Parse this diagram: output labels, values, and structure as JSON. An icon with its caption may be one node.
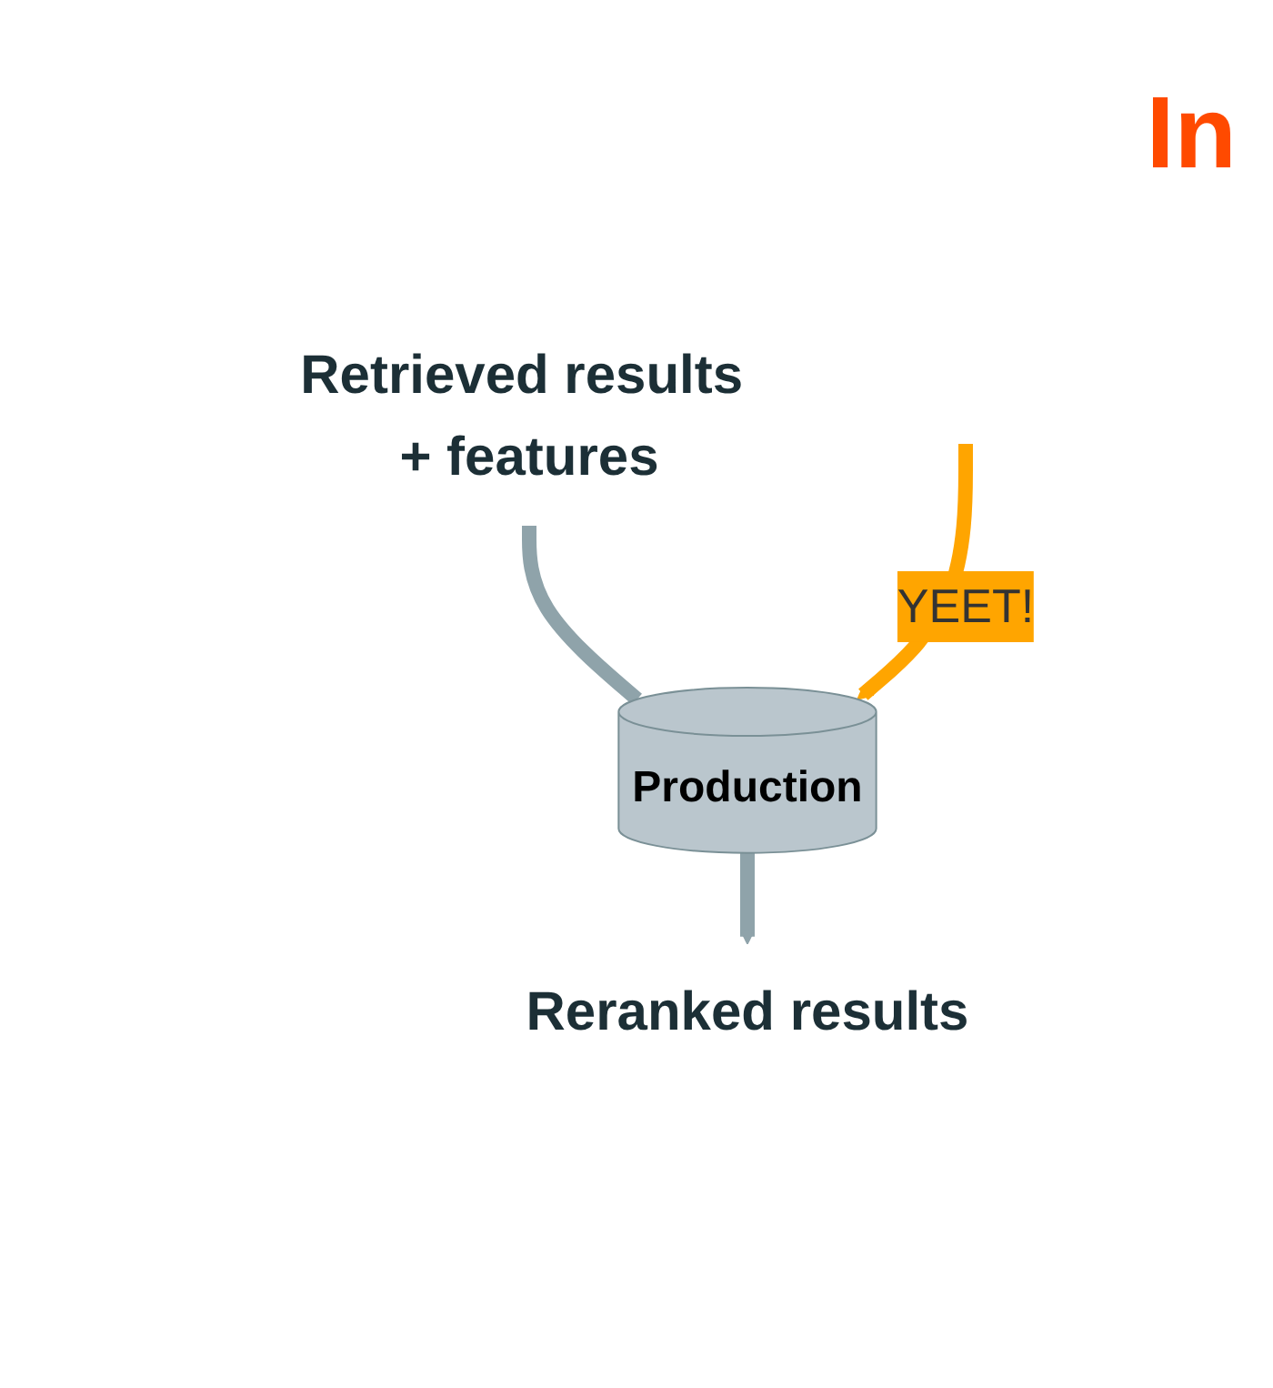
{
  "diagram": {
    "title": "In",
    "nodes": [
      {
        "text": [
          "Retrieved results + features"
        ]
      },
      {
        "text": [
          "Production"
        ]
      },
      {
        "text": [
          "Reranked results"
        ]
      }
    ],
    "edges": [
      {
        "from": 0,
        "to": 1,
        "arrow": "none"
      },
      {
        "from": 1,
        "to": 2,
        "arrow": "to"
      },
      {
        "from": null,
        "to": 1,
        "arrow": "to",
        "label": "YEET!",
        "color": "#ffa500"
      }
    ]
  }
}
